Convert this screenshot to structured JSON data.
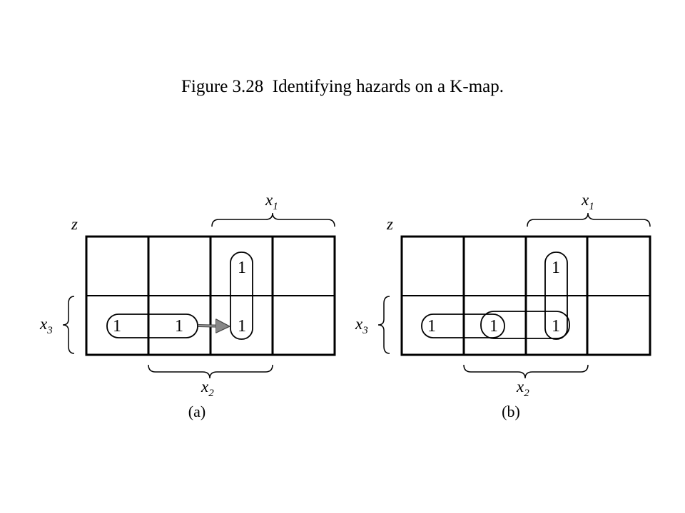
{
  "caption": "Figure 3.28  Identifying hazards on a K-map.",
  "maps": [
    {
      "part_label": "(a)",
      "corner_label": "z",
      "x1": {
        "var": "x",
        "sub": "1"
      },
      "x2": {
        "var": "x",
        "sub": "2"
      },
      "x3": {
        "var": "x",
        "sub": "3"
      },
      "cells": {
        "row0": [
          "",
          "",
          "1",
          ""
        ],
        "row1": [
          "1",
          "1",
          "1",
          ""
        ]
      },
      "groups": [
        "horizontal pair row x3 columns 1-2",
        "vertical pair column 3"
      ],
      "arrow": "hazard transition from column 2 to column 3 in row x3"
    },
    {
      "part_label": "(b)",
      "corner_label": "z",
      "x1": {
        "var": "x",
        "sub": "1"
      },
      "x2": {
        "var": "x",
        "sub": "2"
      },
      "x3": {
        "var": "x",
        "sub": "3"
      },
      "cells": {
        "row0": [
          "",
          "",
          "1",
          ""
        ],
        "row1": [
          "1",
          "1",
          "1",
          ""
        ]
      },
      "groups": [
        "horizontal pair row x3 columns 1-2",
        "horizontal pair row x3 columns 2-3 (consensus term)",
        "vertical pair column 3"
      ]
    }
  ]
}
